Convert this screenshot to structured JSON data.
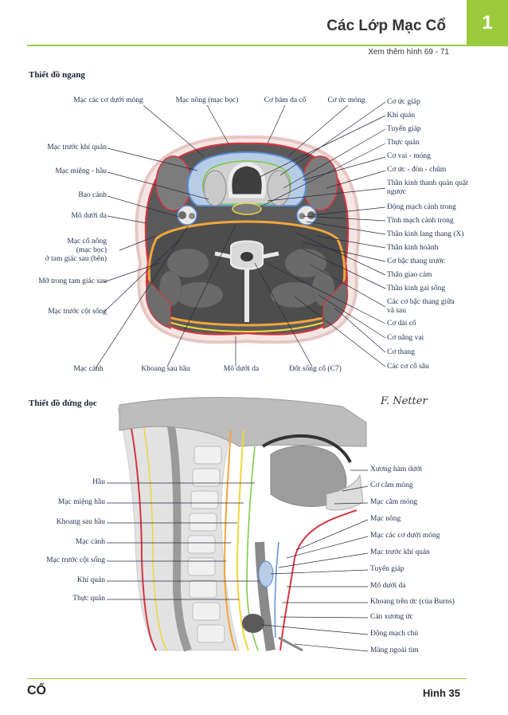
{
  "header": {
    "title": "Các Lớp Mạc Cổ",
    "chapter_number": "1",
    "see_also": "Xem thêm hình 69 - 71"
  },
  "transverse": {
    "heading": "Thiết đồ ngang",
    "labels_left": [
      "Mạc các cơ dưới móng",
      "Mạc nông (mạc bọc)",
      "Cơ bám da cổ",
      "Cơ ức móng",
      "Mạc trước khí quản",
      "Mạc miệng - hầu",
      "Bao cảnh",
      "Mô dưới da",
      "Mạc cổ nông\n(mạc bọc)\nở tam giác sau (bên)",
      "Mỡ trong tam giác sau",
      "Mạc trước cột sống",
      "Mạc cảnh",
      "Khoang sau hầu",
      "Mô dưới da",
      "Đốt sống cổ (C7)"
    ],
    "labels_right": [
      "Cơ ức giáp",
      "Khí quản",
      "Tuyến giáp",
      "Thực quản",
      "Cơ vai - móng",
      "Cơ ức - đòn - chũm",
      "Thần kinh thanh quản quặt ngược",
      "Động mạch cảnh trong",
      "Tĩnh mạch cảnh trong",
      "Thần kinh lang thang (X)",
      "Thần kinh hoành",
      "Cơ bậc thang trước",
      "Thân giao cảm",
      "Thần kinh gai sống",
      "Các cơ bậc thang giữa và sau",
      "Cơ dài cổ",
      "Cơ nâng vai",
      "Cơ thang",
      "Các cơ cổ sâu"
    ]
  },
  "sagittal": {
    "heading": "Thiết đồ đứng dọc",
    "signature": "F. Netter",
    "labels_left": [
      "Hầu",
      "Mạc miệng hầu",
      "Khoang sau hầu",
      "Mạc cảnh",
      "Mạc trước cột sống",
      "Khí quản",
      "Thực quản"
    ],
    "labels_right": [
      "Xương hàm dưới",
      "Cơ cằm móng",
      "Mạc cằm móng",
      "Mạc nông",
      "Mạc các cơ dưới móng",
      "Mạc trước khí quản",
      "Tuyến giáp",
      "Mô dưới da",
      "Khoang trên ức (của Burns)",
      "Cán xương ức",
      "Động mạch chủ",
      "Màng ngoài tim"
    ]
  },
  "footer": {
    "section": "CỔ",
    "figure": "Hình 35"
  },
  "colors": {
    "accent_green": "#9acb3d",
    "fascia_red": "#d8343f",
    "fascia_blue": "#5b8fd6",
    "fascia_orange": "#f3a53a",
    "fascia_yellow": "#f1d63a",
    "fascia_green": "#7ac943",
    "muscle_gray": "#6f6f6f",
    "skin_pink": "#f5d6d2"
  }
}
